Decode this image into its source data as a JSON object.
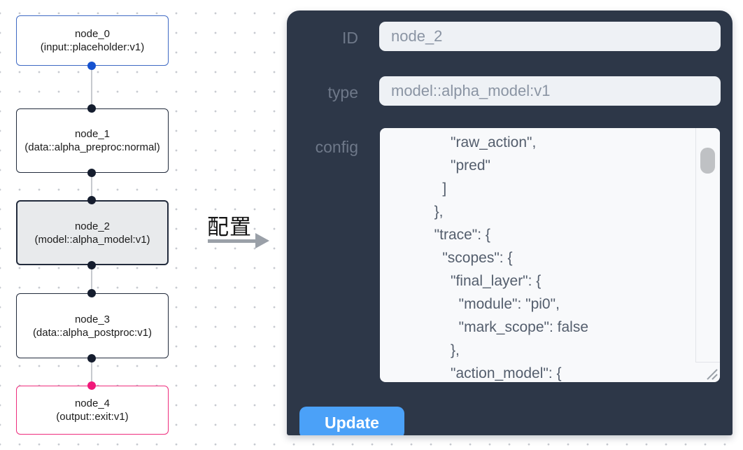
{
  "flow": {
    "nodes": [
      {
        "label": "node_0",
        "type_label": "(input::placeholder:v1)"
      },
      {
        "label": "node_1",
        "type_label": "(data::alpha_preproc:normal)"
      },
      {
        "label": "node_2",
        "type_label": "(model::alpha_model:v1)"
      },
      {
        "label": "node_3",
        "type_label": "(data::alpha_postproc:v1)"
      },
      {
        "label": "node_4",
        "type_label": "(output::exit:v1)"
      }
    ],
    "colors": {
      "input_node_border": "#3f6ac4",
      "default_node_border": "#222b3c",
      "selected_node_bg": "#e8eaec",
      "output_node_border": "#ee2d7d",
      "port_source": "#1552d0",
      "port_default": "#151d2e",
      "port_output": "#f01879",
      "edge": "#c7cacf"
    }
  },
  "annotation": {
    "label": "配置"
  },
  "panel": {
    "bg": "#2d3748",
    "accent": "#4ba1f8",
    "id_field": {
      "label": "ID",
      "value": "node_2"
    },
    "type_field": {
      "label": "type",
      "value": "model::alpha_model:v1"
    },
    "config_field": {
      "label": "config",
      "value": "      \"raw_action\",\n      \"pred\"\n    ]\n  },\n  \"trace\": {\n    \"scopes\": {\n      \"final_layer\": {\n        \"module\": \"pi0\",\n        \"mark_scope\": false\n      },\n      \"action_model\": {"
    },
    "update_button": "Update"
  }
}
